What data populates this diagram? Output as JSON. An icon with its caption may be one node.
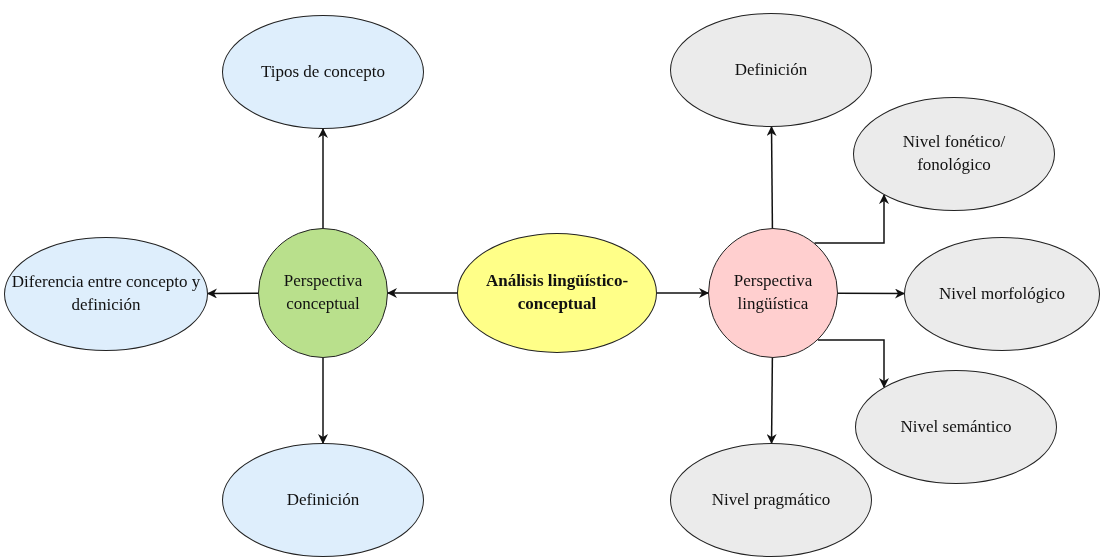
{
  "diagram": {
    "nodes": [
      {
        "text": [
          "Análisis lingüístico-conceptual"
        ]
      },
      {
        "text": [
          "Perspectiva conceptual"
        ]
      },
      {
        "text": [
          "Tipos de concepto"
        ]
      },
      {
        "text": [
          "Diferencia entre concepto y definición"
        ]
      },
      {
        "text": [
          "Definición"
        ]
      },
      {
        "text": [
          "Perspectiva lingüística"
        ]
      },
      {
        "text": [
          "Definición"
        ]
      },
      {
        "text": [
          "Nivel fonético/ fonológico"
        ]
      },
      {
        "text": [
          "Nivel morfológico"
        ]
      },
      {
        "text": [
          "Nivel semántico"
        ]
      },
      {
        "text": [
          "Nivel pragmático"
        ]
      }
    ],
    "edges": [
      {
        "from": 0,
        "to": 1,
        "arrow": "to"
      },
      {
        "from": 0,
        "to": 5,
        "arrow": "to"
      },
      {
        "from": 1,
        "to": 2,
        "arrow": "to"
      },
      {
        "from": 1,
        "to": 3,
        "arrow": "to"
      },
      {
        "from": 1,
        "to": 4,
        "arrow": "to"
      },
      {
        "from": 5,
        "to": 6,
        "arrow": "to"
      },
      {
        "from": 5,
        "to": 7,
        "arrow": "to"
      },
      {
        "from": 5,
        "to": 8,
        "arrow": "to"
      },
      {
        "from": 5,
        "to": 9,
        "arrow": "to"
      },
      {
        "from": 5,
        "to": 10,
        "arrow": "to"
      }
    ]
  }
}
